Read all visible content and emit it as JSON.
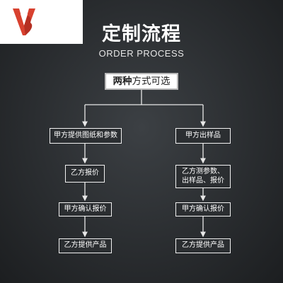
{
  "title": "定制流程",
  "subtitle": "ORDER PROCESS",
  "top_node": {
    "bold": "两种",
    "rest": "方式可选"
  },
  "left_branch": [
    "甲方提供图纸和参数",
    "乙方报价",
    "甲方确认报价",
    "乙方提供产品"
  ],
  "right_branch": [
    "甲方出样品",
    "乙方测参数、\n出样品、报价",
    "甲方确认报价",
    "乙方提供产品"
  ],
  "colors": {
    "background": "#2a2d30",
    "line": "#e8e8e8",
    "logo_red": "#d8412f"
  }
}
